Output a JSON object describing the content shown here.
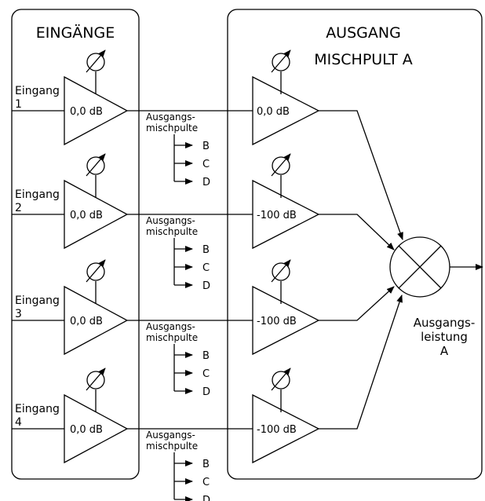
{
  "inputs_panel": {
    "title": "EINGÄNGE"
  },
  "output_panel": {
    "title_line1": "AUSGANG",
    "title_line2": "MISCHPULT A"
  },
  "inputs": [
    {
      "label": "Eingang",
      "number": "1",
      "gain": "0,0 dB"
    },
    {
      "label": "Eingang",
      "number": "2",
      "gain": "0,0 dB"
    },
    {
      "label": "Eingang",
      "number": "3",
      "gain": "0,0 dB"
    },
    {
      "label": "Eingang",
      "number": "4",
      "gain": "0,0 dB"
    }
  ],
  "sends": {
    "label_line1": "Ausgangs-",
    "label_line2": "mischpulte",
    "targets": [
      "B",
      "C",
      "D"
    ]
  },
  "output_gains": [
    "0,0 dB",
    "-100 dB",
    "-100 dB",
    "-100 dB"
  ],
  "output_level": {
    "line1": "Ausgangs-",
    "line2": "leistung",
    "line3": "A"
  }
}
